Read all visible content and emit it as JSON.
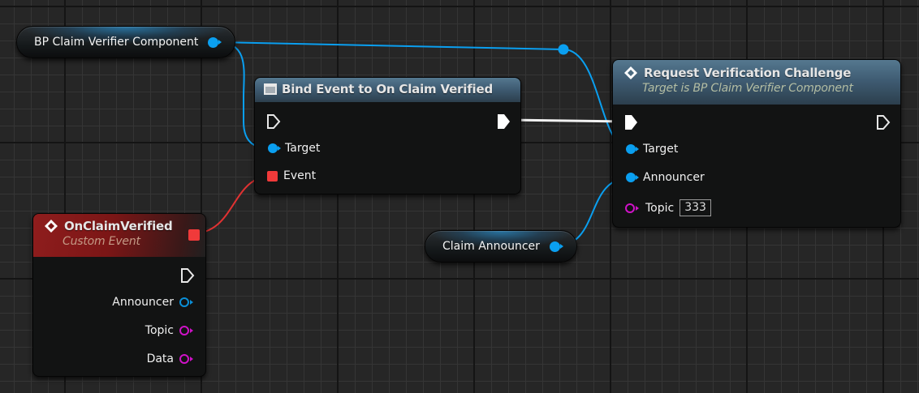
{
  "canvas": {
    "background": "#262626",
    "grid_minor_color": "#353535",
    "grid_major_color": "#141414"
  },
  "colors": {
    "object_pin": "#0a9ff0",
    "string_pin": "#d012c8",
    "delegate_pin": "#f03a3a",
    "exec_pin": "#ffffff",
    "event_header": "#8f1d1d",
    "function_header": "#55788f"
  },
  "nodes": {
    "bp_claim_verifier": {
      "label": "BP Claim Verifier Component",
      "output_pin_type": "object"
    },
    "bind_event": {
      "title": "Bind Event to On Claim Verified",
      "icon": "function-icon",
      "pins": {
        "exec_in": "exec",
        "exec_out": "exec",
        "target": "Target",
        "event": "Event"
      }
    },
    "request_verification": {
      "title": "Request Verification Challenge",
      "subtitle": "Target is BP Claim Verifier Component",
      "icon": "event-diamond-icon",
      "pins": {
        "target": "Target",
        "announcer": "Announcer",
        "topic": "Topic",
        "topic_value": "333"
      }
    },
    "on_claim_verified": {
      "title": "OnClaimVerified",
      "subtitle": "Custom Event",
      "icon": "event-diamond-icon",
      "pins": {
        "announcer": "Announcer",
        "topic": "Topic",
        "data": "Data"
      }
    },
    "claim_announcer": {
      "label": "Claim Announcer",
      "output_pin_type": "object"
    }
  },
  "connections": [
    {
      "from": "BP Claim Verifier Component",
      "to": "Bind Event to On Claim Verified.Target",
      "type": "object"
    },
    {
      "from": "BP Claim Verifier Component",
      "to": "Request Verification Challenge.Target",
      "type": "object"
    },
    {
      "from": "Bind Event to On Claim Verified.exec_out",
      "to": "Request Verification Challenge.exec_in",
      "type": "exec"
    },
    {
      "from": "OnClaimVerified.delegate",
      "to": "Bind Event to On Claim Verified.Event",
      "type": "delegate"
    },
    {
      "from": "Claim Announcer",
      "to": "Request Verification Challenge.Announcer",
      "type": "object"
    }
  ]
}
